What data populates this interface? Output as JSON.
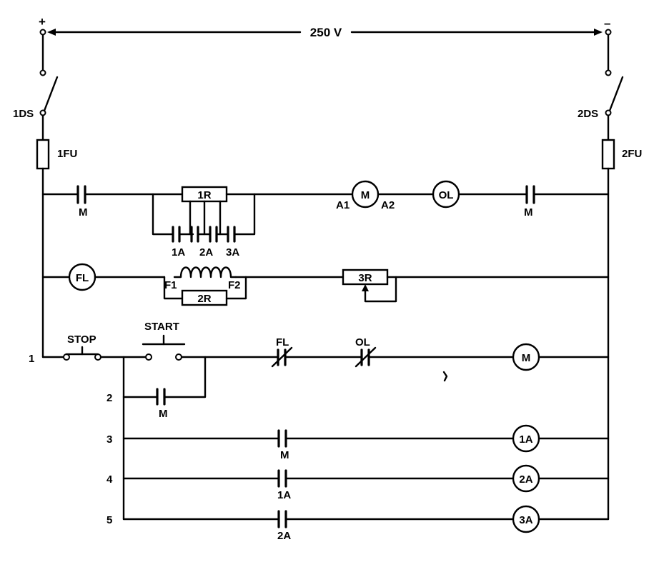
{
  "supply": {
    "voltage": "250 V",
    "positive": "+",
    "negative": "–"
  },
  "disconnects": {
    "left": "1DS",
    "right": "2DS"
  },
  "fuses": {
    "left": "1FU",
    "right": "2FU"
  },
  "armature_line": {
    "contact_left": "M",
    "resistor": "1R",
    "shorting_contacts": [
      "1A",
      "2A",
      "3A"
    ],
    "motor": "M",
    "terminal_a1": "A1",
    "terminal_a2": "A2",
    "overload": "OL",
    "contact_right": "M"
  },
  "field_line": {
    "field_relay": "FL",
    "field_f1": "F1",
    "field_f2": "F2",
    "discharge_resistor": "2R",
    "field_rheostat": "3R"
  },
  "control": {
    "rung_numbers": [
      "1",
      "2",
      "3",
      "4",
      "5"
    ],
    "stop": "STOP",
    "start": "START",
    "fl_contact": "FL",
    "ol_contact": "OL",
    "rung1_coil": "M",
    "seal_contact": "M",
    "rung3_contact": "M",
    "rung3_coil": "1A",
    "rung4_contact": "1A",
    "rung4_coil": "2A",
    "rung5_contact": "2A",
    "rung5_coil": "3A"
  }
}
